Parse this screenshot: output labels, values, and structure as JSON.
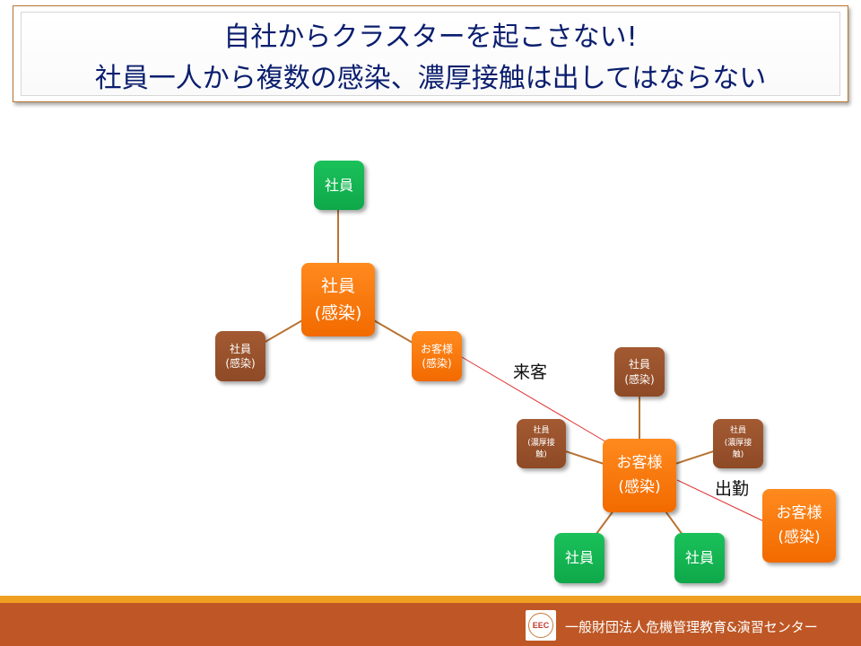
{
  "title": {
    "line1": "自社からクラスターを起こさない!",
    "line2": "社員一人から複数の感染、濃厚接触は出してはならない"
  },
  "nodes": {
    "top_employee": [
      "社員"
    ],
    "center_employee": [
      "社員",
      "(感染)"
    ],
    "left_employee": [
      "社員",
      "(感染)"
    ],
    "customer_a": [
      "お客様",
      "(感染)"
    ],
    "customer_center": [
      "お客様",
      "(感染)"
    ],
    "upper_employee": [
      "社員",
      "(感染)"
    ],
    "left_contact": [
      "社員",
      "(濃厚接",
      "触)"
    ],
    "right_contact": [
      "社員",
      "(濃厚接",
      "触)"
    ],
    "bottom_left_employee": [
      "社員"
    ],
    "bottom_right_employee": [
      "社員"
    ],
    "customer_right": [
      "お客様",
      "(感染)"
    ]
  },
  "edge_labels": {
    "visit": "来客",
    "commute": "出勤"
  },
  "colors": {
    "employee_green": "#12b352",
    "infected_orange": "#f57a10",
    "secondary_brown": "#944f2b",
    "link_brown": "#b87333",
    "link_red": "#e03030",
    "title_text": "#0a1e6e",
    "footer_bg": "#be5725",
    "footer_stripe": "#f0a020"
  },
  "footer": {
    "logo_text": "EEC",
    "org_name": "一般財団法人危機管理教育&演習センター"
  }
}
